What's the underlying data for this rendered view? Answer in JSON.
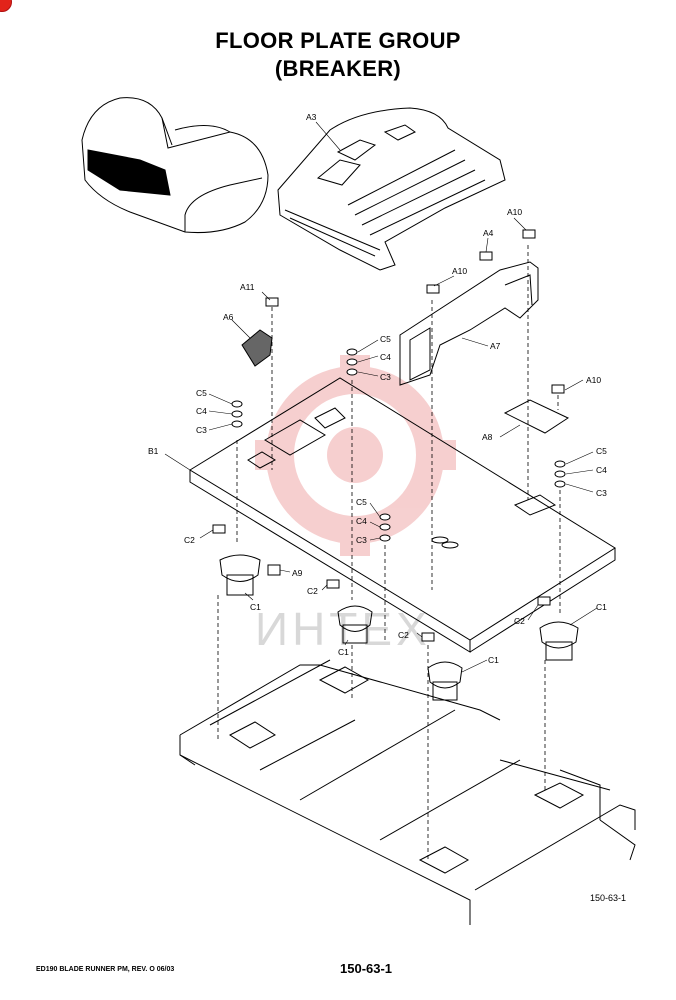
{
  "title_line1": "FLOOR PLATE GROUP",
  "title_line2": "(BREAKER)",
  "callouts": {
    "a3": "A3",
    "a4": "A4",
    "a6": "A6",
    "a7": "A7",
    "a8": "A8",
    "a9": "A9",
    "a10_1": "A10",
    "a10_2": "A10",
    "a10_3": "A10",
    "a11": "A11",
    "b1": "B1",
    "c1_1": "C1",
    "c1_2": "C1",
    "c1_3": "C1",
    "c1_4": "C1",
    "c2_1": "C2",
    "c2_2": "C2",
    "c2_3": "C2",
    "c2_4": "C2",
    "c3_1": "C3",
    "c3_2": "C3",
    "c3_3": "C3",
    "c3_4": "C3",
    "c4_1": "C4",
    "c4_2": "C4",
    "c4_3": "C4",
    "c4_4": "C4",
    "c5_1": "C5",
    "c5_2": "C5",
    "c5_3": "C5",
    "c5_4": "C5"
  },
  "watermark_text": "ИНТЕХ",
  "figure_id": "150-63-1",
  "footer_manual": "ED190 BLADE RUNNER PM, REV. O 06/03",
  "footer_page": "150-63-1",
  "colors": {
    "watermark": "#f2b7b7",
    "ink": "#000000",
    "mark": "#e2231a"
  }
}
